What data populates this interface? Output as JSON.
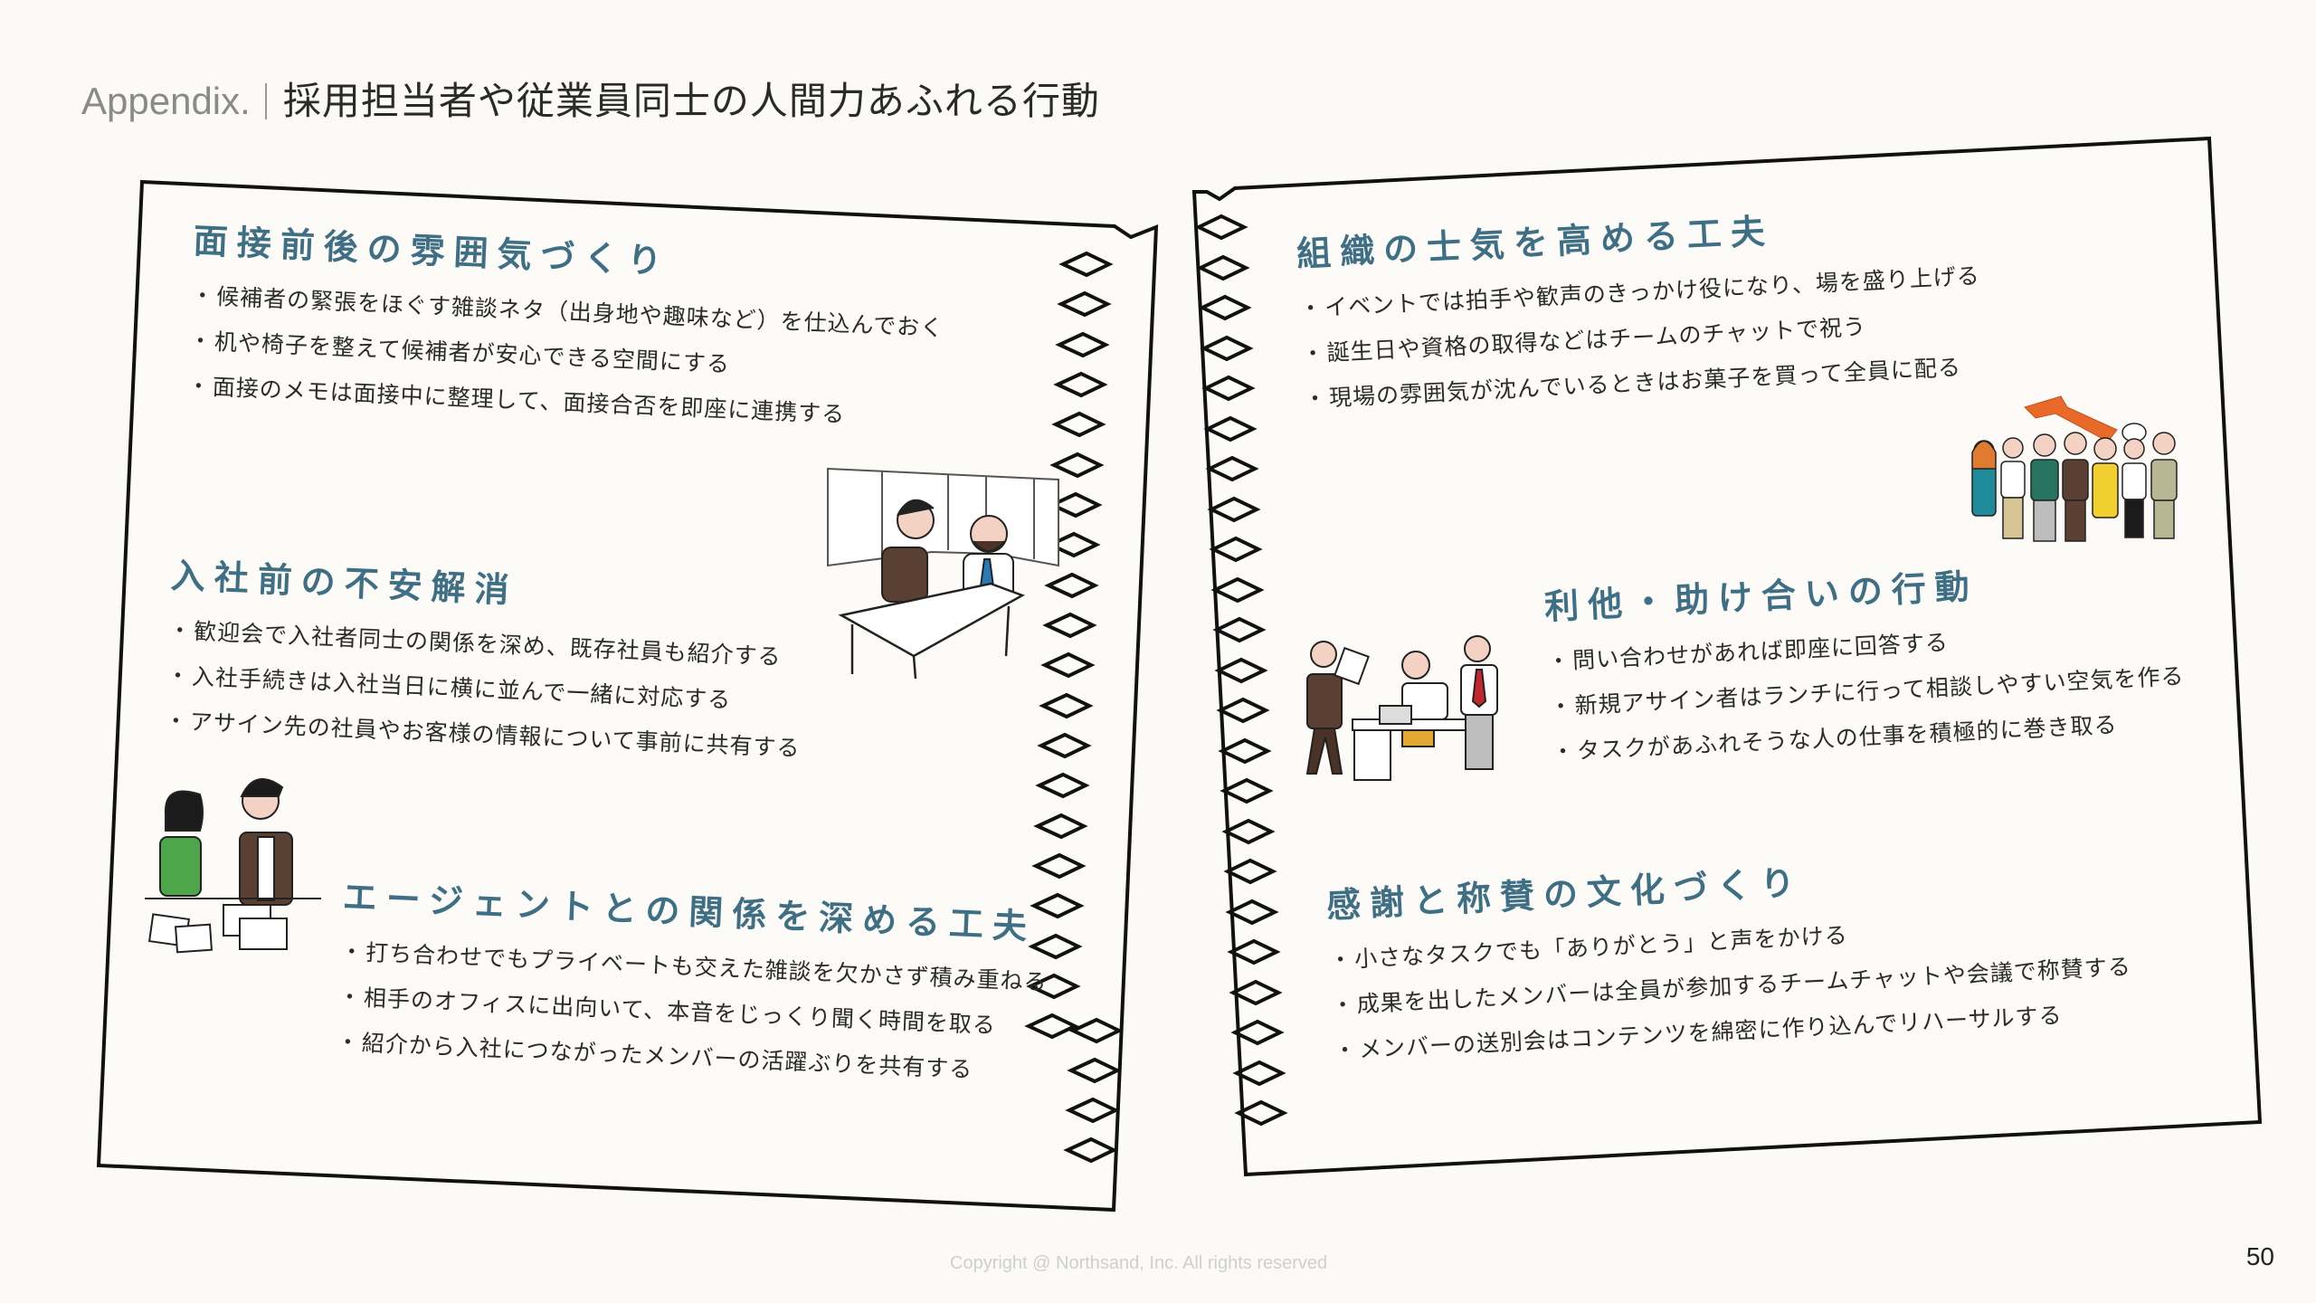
{
  "header": {
    "appendix_label": "Appendix.",
    "title": "採用担当者や従業員同士の人間力あふれる行動"
  },
  "left_page": {
    "sections": [
      {
        "heading": "面接前後の雰囲気づくり",
        "items": [
          "候補者の緊張をほぐす雑談ネタ（出身地や趣味など）を仕込んでおく",
          "机や椅子を整えて候補者が安心できる空間にする",
          "面接のメモは面接中に整理して、面接合否を即座に連携する"
        ]
      },
      {
        "heading": "入社前の不安解消",
        "items": [
          "歓迎会で入社者同士の関係を深め、既存社員も紹介する",
          "入社手続きは入社当日に横に並んで一緒に対応する",
          "アサイン先の社員やお客様の情報について事前に共有する"
        ]
      },
      {
        "heading": "エージェントとの関係を深める工夫",
        "items": [
          "打ち合わせでもプライベートも交えた雑談を欠かさず積み重ねる",
          "相手のオフィスに出向いて、本音をじっくり聞く時間を取る",
          "紹介から入社につながったメンバーの活躍ぶりを共有する"
        ]
      }
    ],
    "illustrations": [
      "interview-table-illustration",
      "agent-meeting-illustration"
    ]
  },
  "right_page": {
    "sections": [
      {
        "heading": "組織の士気を高める工夫",
        "items": [
          "イベントでは拍手や歓声のきっかけ役になり、場を盛り上げる",
          "誕生日や資格の取得などはチームのチャットで祝う",
          "現場の雰囲気が沈んでいるときはお菓子を買って全員に配る"
        ]
      },
      {
        "heading": "利他・助け合いの行動",
        "items": [
          "問い合わせがあれば即座に回答する",
          "新規アサイン者はランチに行って相談しやすい空気を作る",
          "タスクがあふれそうな人の仕事を積極的に巻き取る"
        ]
      },
      {
        "heading": "感謝と称賛の文化づくり",
        "items": [
          "小さなタスクでも「ありがとう」と声をかける",
          "成果を出したメンバーは全員が参加するチームチャットや会議で称賛する",
          "メンバーの送別会はコンテンツを綿密に作り込んでリハーサルする"
        ]
      }
    ],
    "illustrations": [
      "team-cheering-illustration",
      "office-help-illustration"
    ]
  },
  "colors": {
    "background": "#fcfaf6",
    "heading": "#3f6f85",
    "body_text": "#2b2b2b",
    "paper_outline": "#111111",
    "accent_arrow": "#e8692a"
  },
  "footer": {
    "copyright": "Copyright @ Northsand, Inc. All rights reserved",
    "page_number": "50"
  }
}
